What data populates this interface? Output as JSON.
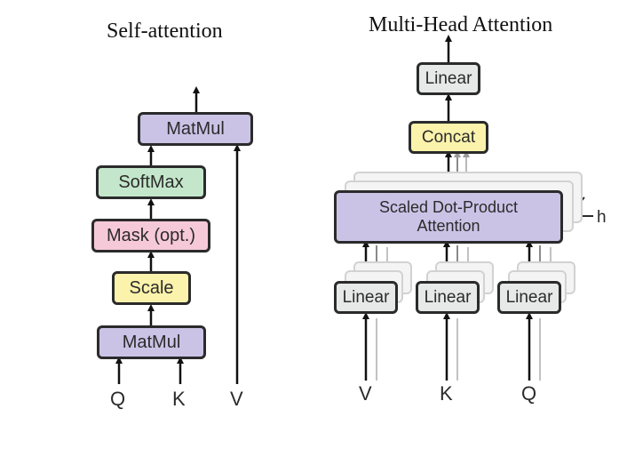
{
  "self_attention": {
    "title": "Self-attention",
    "blocks": {
      "matmul_top": "MatMul",
      "softmax": "SoftMax",
      "mask": "Mask (opt.)",
      "scale": "Scale",
      "matmul_bottom": "MatMul"
    },
    "inputs": {
      "q": "Q",
      "k": "K",
      "v": "V"
    }
  },
  "multi_head": {
    "title": "Multi-Head Attention",
    "blocks": {
      "linear_top": "Linear",
      "concat": "Concat",
      "attention_line1": "Scaled Dot-Product",
      "attention_line2": "Attention",
      "linear_v": "Linear",
      "linear_k": "Linear",
      "linear_q": "Linear"
    },
    "heads_label": "h",
    "inputs": {
      "v": "V",
      "k": "K",
      "q": "Q"
    }
  },
  "colors": {
    "purple": "#cbc3e6",
    "green": "#c4e7cb",
    "pink": "#f6c9d9",
    "yellow": "#fbf2ac",
    "gray": "#e6e9e7",
    "border": "#2b2b2b"
  }
}
